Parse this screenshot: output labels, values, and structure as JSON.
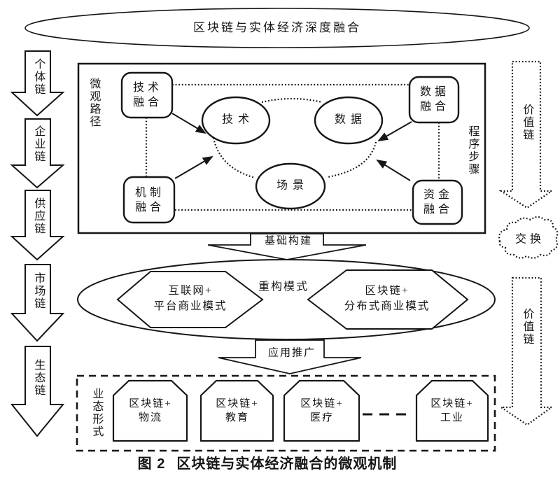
{
  "title_banner": {
    "label": "区块链与实体经济深度融合"
  },
  "left_chain": {
    "items": [
      "个体链",
      "企业链",
      "供应链",
      "市场链",
      "生态链"
    ]
  },
  "micro_path_box": {
    "left_label": "微观路径",
    "right_label": "程序步骤",
    "nodes": {
      "tech_fusion": {
        "line1": "技术",
        "line2": "融合"
      },
      "data_fusion": {
        "line1": "数据",
        "line2": "融合"
      },
      "mech_fusion": {
        "line1": "机制",
        "line2": "融合"
      },
      "fund_fusion": {
        "line1": "资金",
        "line2": "融合"
      },
      "tech": "技术",
      "data": "数据",
      "scene": "场景"
    }
  },
  "flow": {
    "foundation_arrow": "基础构建",
    "remodel_label": "重构模式",
    "promotion_arrow": "应用推广"
  },
  "remodel_ellipse": {
    "hex_internet": {
      "line1": "互联网+",
      "line2": "平台商业模式"
    },
    "hex_blockchain": {
      "line1": "区块链+",
      "line2": "分布式商业模式"
    }
  },
  "right_side": {
    "value_chain_top": "价值链",
    "exchange_cloud": "交换",
    "value_chain_bottom": "价值链"
  },
  "business_forms": {
    "left_label": "业态形式",
    "items": [
      {
        "line1": "区块链+",
        "line2": "物流"
      },
      {
        "line1": "区块链+",
        "line2": "教育"
      },
      {
        "line1": "区块链+",
        "line2": "医疗"
      },
      {
        "line1": "区块链+",
        "line2": "工业"
      }
    ]
  },
  "caption": {
    "prefix": "图 2",
    "text": "区块链与实体经济融合的微观机制"
  },
  "colors": {
    "ink": "#161616",
    "background": "#ffffff"
  }
}
